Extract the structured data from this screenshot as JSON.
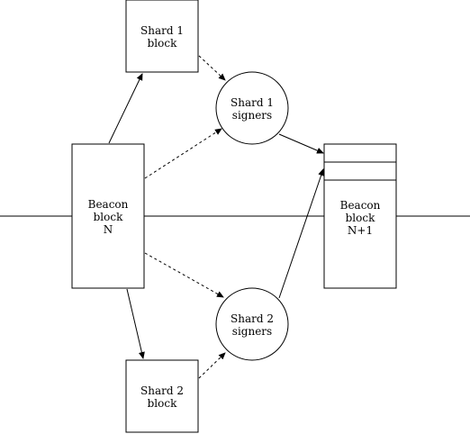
{
  "colors": {
    "stroke": "#000000",
    "fill": "#ffffff",
    "text": "#000000"
  },
  "nodes": {
    "shard1_block": {
      "label": "Shard 1\nblock"
    },
    "shard1_signers": {
      "label": "Shard 1\nsigners"
    },
    "beacon_n": {
      "label": "Beacon\nblock\nN"
    },
    "beacon_n1": {
      "label": "Beacon\nblock\nN+1"
    },
    "shard2_signers": {
      "label": "Shard 2\nsigners"
    },
    "shard2_block": {
      "label": "Shard 2\nblock"
    }
  },
  "edges": [
    {
      "from": "beacon_n",
      "to": "shard1_block",
      "style": "solid"
    },
    {
      "from": "shard1_block",
      "to": "shard1_signers",
      "style": "dashed"
    },
    {
      "from": "beacon_n",
      "to": "shard1_signers",
      "style": "dashed"
    },
    {
      "from": "shard1_signers",
      "to": "beacon_n1",
      "style": "solid"
    },
    {
      "from": "beacon_n",
      "to": "shard2_signers",
      "style": "dashed"
    },
    {
      "from": "beacon_n",
      "to": "shard2_block",
      "style": "solid"
    },
    {
      "from": "shard2_block",
      "to": "shard2_signers",
      "style": "dashed"
    },
    {
      "from": "shard2_signers",
      "to": "beacon_n1",
      "style": "solid"
    }
  ]
}
